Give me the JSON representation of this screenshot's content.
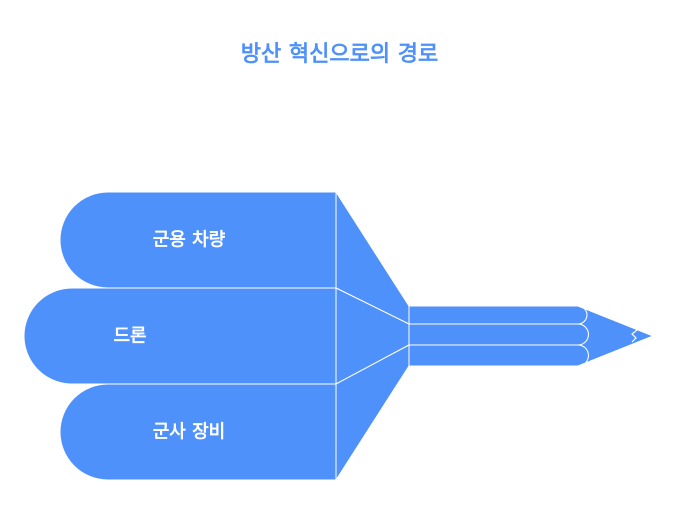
{
  "title": "방산 혁신으로의 경로",
  "colors": {
    "primary": "#4f91fb",
    "stroke": "#ffffff",
    "background": "#ffffff"
  },
  "segments": [
    {
      "label": "군용 차량"
    },
    {
      "label": "드론"
    },
    {
      "label": "군사 장비"
    }
  ]
}
